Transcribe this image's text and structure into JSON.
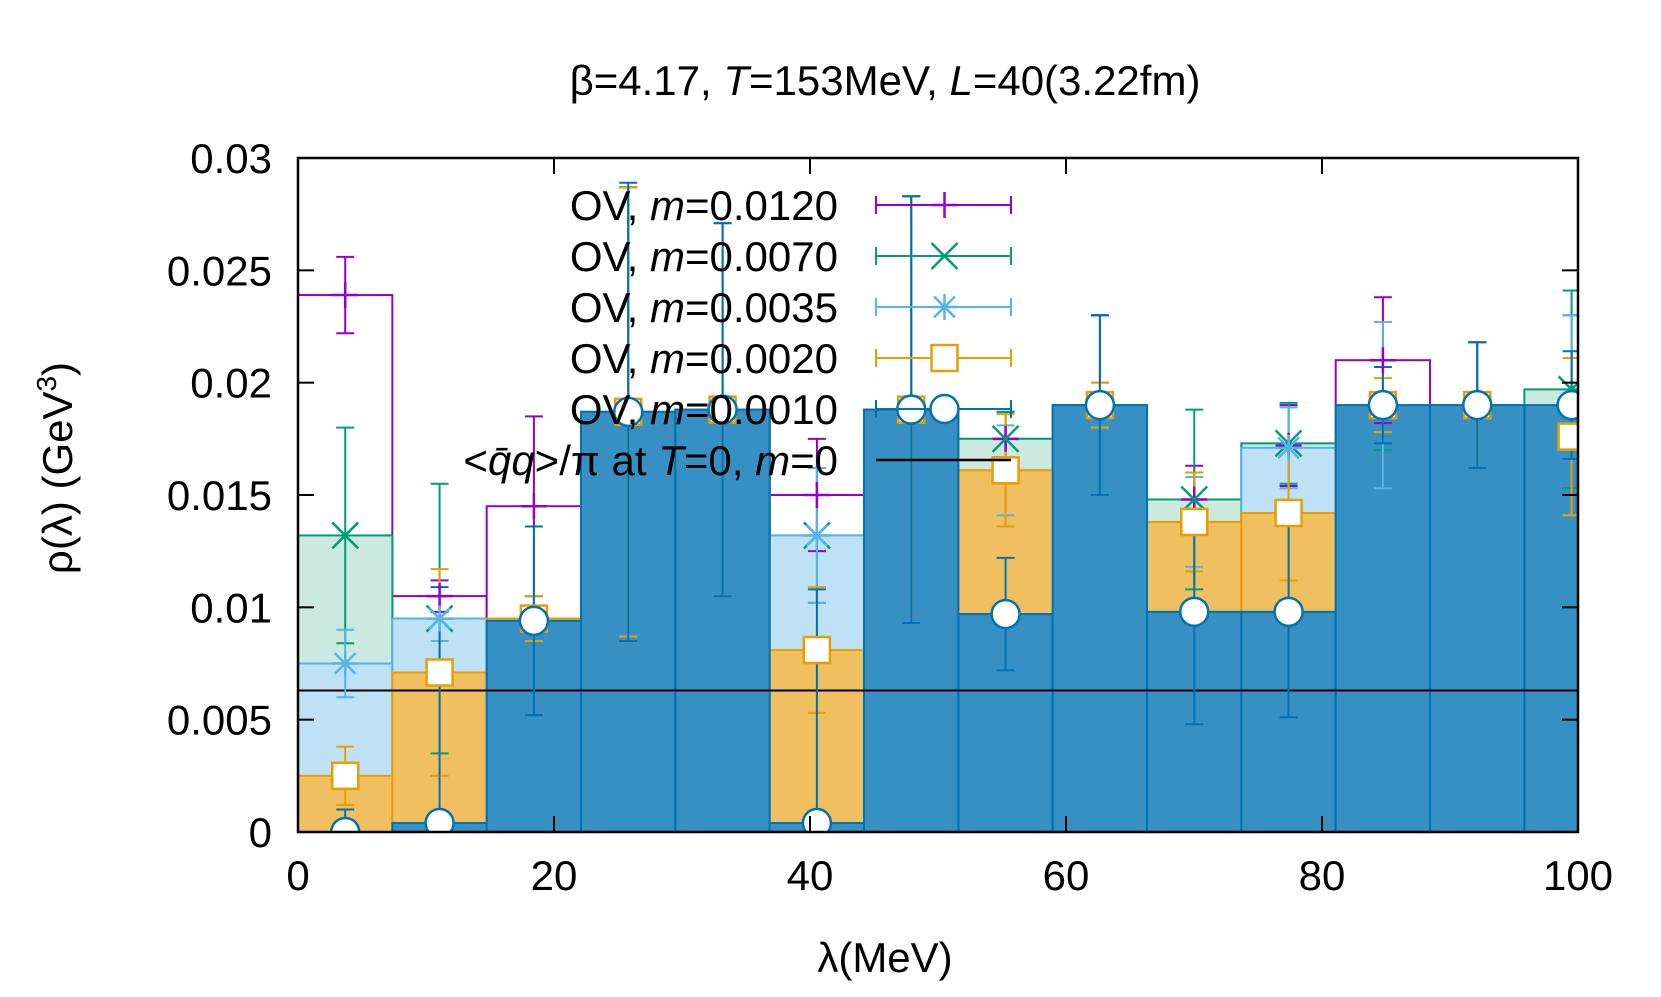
{
  "chart_data": {
    "type": "bar",
    "title_parts": {
      "beta": "β=4.17, ",
      "t_var": "T",
      "t_val": "=153MeV, ",
      "l_var": "L",
      "l_val": "=40(3.22fm)"
    },
    "xlabel": "λ(MeV)",
    "ylabel_main": "ρ(λ) (GeV",
    "ylabel_sup": "3",
    "ylabel_end": ")",
    "xlim": [
      0,
      100
    ],
    "ylim": [
      0,
      0.03
    ],
    "x_ticks": [
      0,
      20,
      40,
      60,
      80,
      100
    ],
    "x_tick_labels": [
      "0",
      "20",
      "40",
      "60",
      "80",
      "100"
    ],
    "y_ticks": [
      0,
      0.005,
      0.01,
      0.015,
      0.02,
      0.025,
      0.03
    ],
    "y_tick_labels": [
      "0",
      "0.005",
      "0.01",
      "0.015",
      "0.02",
      "0.025",
      "0.03"
    ],
    "bin_edges": [
      0,
      7.37,
      14.74,
      22.11,
      29.48,
      36.85,
      44.22,
      51.59,
      58.96,
      66.33,
      73.7,
      81.07,
      88.44,
      95.81,
      103.18
    ],
    "bin_centers": [
      3.69,
      11.06,
      18.43,
      25.8,
      33.17,
      40.54,
      47.91,
      55.28,
      62.65,
      70.02,
      77.39,
      84.76,
      92.13,
      99.5
    ],
    "series": [
      {
        "name": "OV, m=0.0120",
        "label_prefix": "OV, ",
        "label_var": "m",
        "label_val": "=0.0120",
        "marker": "plus",
        "color": "#9400d3",
        "values": [
          0.0239,
          0.0105,
          0.0145,
          0.0187,
          0.0188,
          0.015,
          0.0188,
          0.0175,
          0.019,
          0.0148,
          0.0172,
          0.021,
          0.019,
          0.019
        ],
        "errors": [
          0.0017,
          0.0007,
          0.004,
          0.01,
          0.0083,
          0.0025,
          0.0095,
          0.0012,
          0.004,
          0.0015,
          0.0018,
          0.0028,
          0.0028,
          0.004
        ]
      },
      {
        "name": "OV, m=0.0070",
        "label_prefix": "OV, ",
        "label_var": "m",
        "label_val": "=0.0070",
        "marker": "cross",
        "color": "#009e73",
        "values": [
          0.0132,
          0.0095,
          0.0095,
          0.0187,
          0.0188,
          0.0132,
          0.0188,
          0.0175,
          0.019,
          0.0148,
          0.0173,
          0.019,
          0.019,
          0.0197
        ],
        "errors": [
          0.0048,
          0.006,
          0.001,
          0.01,
          0.0083,
          0.003,
          0.0095,
          0.0012,
          0.004,
          0.004,
          0.0018,
          0.002,
          0.0028,
          0.0044
        ]
      },
      {
        "name": "OV, m=0.0035",
        "label_prefix": "OV, ",
        "label_var": "m",
        "label_val": "=0.0035",
        "marker": "star",
        "color": "#56b4e9",
        "values": [
          0.0075,
          0.0095,
          0.0095,
          0.0187,
          0.0188,
          0.0132,
          0.0188,
          0.0161,
          0.019,
          0.0138,
          0.0171,
          0.019,
          0.019,
          0.019
        ],
        "errors": [
          0.0015,
          0.001,
          0.001,
          0.01,
          0.0083,
          0.003,
          0.0095,
          0.002,
          0.001,
          0.002,
          0.0018,
          0.0037,
          0.0028,
          0.004
        ]
      },
      {
        "name": "OV, m=0.0020",
        "label_prefix": "OV, ",
        "label_var": "m",
        "label_val": "=0.0020",
        "marker": "square",
        "color": "#e69f00",
        "values": [
          0.0025,
          0.0071,
          0.0095,
          0.0187,
          0.0188,
          0.0081,
          0.0188,
          0.0161,
          0.019,
          0.0138,
          0.0142,
          0.019,
          0.019,
          0.0176
        ],
        "errors": [
          0.0013,
          0.0046,
          0.001,
          0.01,
          0.0083,
          0.0028,
          0.0095,
          0.0025,
          0.001,
          0.0022,
          0.003,
          0.0012,
          0.0028,
          0.0035
        ]
      },
      {
        "name": "OV, m=0.0010",
        "label_prefix": "OV, ",
        "label_var": "m",
        "label_val": "=0.0010",
        "marker": "circle",
        "color": "#0072b2",
        "values": [
          0.0,
          0.0004,
          0.0094,
          0.0187,
          0.0188,
          0.0004,
          0.0188,
          0.0097,
          0.019,
          0.0098,
          0.0098,
          0.019,
          0.019,
          0.019
        ],
        "errors": [
          0.001,
          0.0105,
          0.0042,
          0.0102,
          0.0083,
          0.0104,
          0.0095,
          0.0025,
          0.004,
          0.005,
          0.0047,
          0.0017,
          0.0028,
          0.0024
        ]
      }
    ],
    "reference_line": {
      "value": 0.0063,
      "label_pre": "<",
      "label_qbar": "q̄",
      "label_q": "q",
      "label_mid": ">/π at ",
      "label_t": "T",
      "label_eq": "=0, ",
      "label_m": "m",
      "label_end": "=0",
      "color": "#000000"
    },
    "legend_position": "top-left-inside",
    "grid": false
  }
}
